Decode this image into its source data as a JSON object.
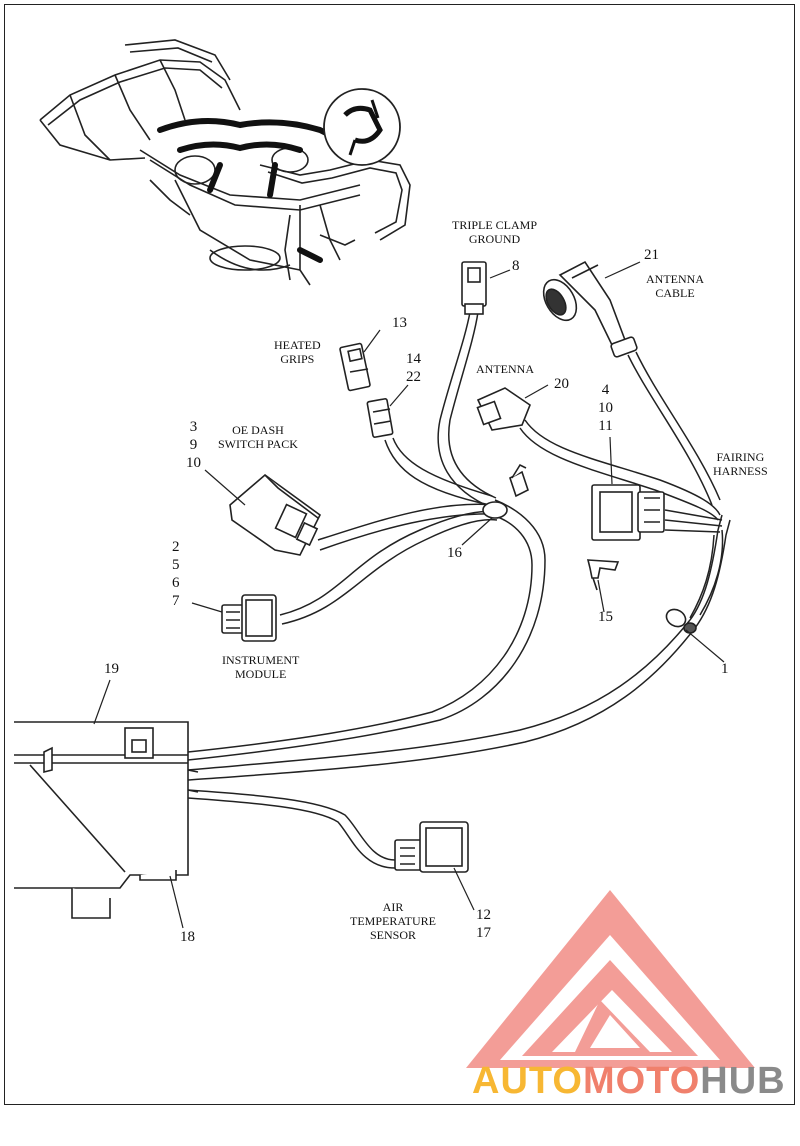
{
  "labels": {
    "triple_clamp_ground": [
      "TRIPLE CLAMP",
      "GROUND"
    ],
    "antenna_cable": [
      "ANTENNA",
      "CABLE"
    ],
    "heated_grips": [
      "HEATED",
      "GRIPS"
    ],
    "antenna": "ANTENNA",
    "oe_dash_switch_pack": [
      "OE DASH",
      "SWITCH PACK"
    ],
    "fairing_harness": [
      "FAIRING",
      "HARNESS"
    ],
    "instrument_module": [
      "INSTRUMENT",
      "MODULE"
    ],
    "air_temperature_sensor": [
      "AIR",
      "TEMPERATURE",
      "SENSOR"
    ]
  },
  "callouts": {
    "c8": "8",
    "c21": "21",
    "c13": "13",
    "c14_22": [
      "14",
      "22"
    ],
    "c20": "20",
    "c4_10_11": [
      "4",
      "10",
      "11"
    ],
    "c3_9_10": [
      "3",
      "9",
      "10"
    ],
    "c16": "16",
    "c2_5_6_7": [
      "2",
      "5",
      "6",
      "7"
    ],
    "c15": "15",
    "c1": "1",
    "c19": "19",
    "c18": "18",
    "c12_17": [
      "12",
      "17"
    ]
  },
  "watermark": {
    "part1": "AUTO",
    "part2": "MOTO",
    "part3": "HUB",
    "color1": "#f7b733",
    "color2": "#f0806c",
    "color3": "#8a8a8a",
    "logo_color": "#f28d86"
  }
}
